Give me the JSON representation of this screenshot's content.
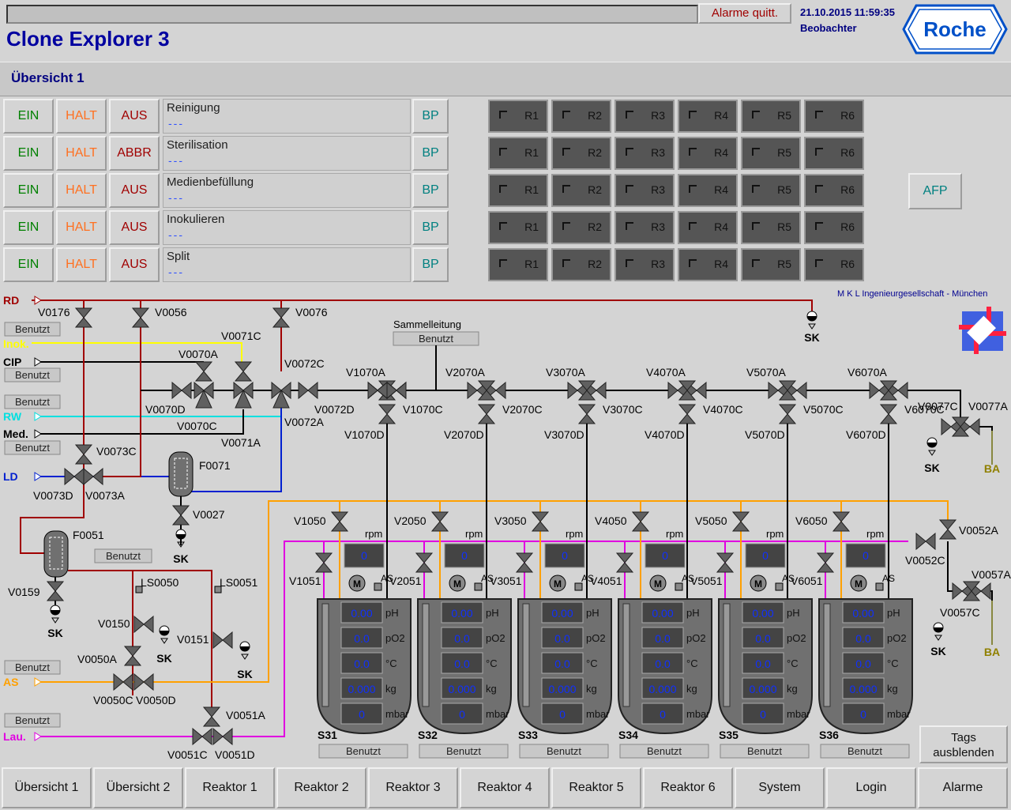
{
  "header": {
    "alarm_button": "Alarme quitt.",
    "datetime": "21.10.2015 11:59:35",
    "user_role": "Beobachter",
    "logo": "Roche",
    "app_title": "Clone Explorer 3",
    "page_title": "Übersicht 1"
  },
  "sequences": [
    {
      "start": "EIN",
      "pause": "HALT",
      "stop": "AUS",
      "name": "Reinigung",
      "state": "---",
      "bp": "BP"
    },
    {
      "start": "EIN",
      "pause": "HALT",
      "stop": "ABBR",
      "name": "Sterilisation",
      "state": "---",
      "bp": "BP"
    },
    {
      "start": "EIN",
      "pause": "HALT",
      "stop": "AUS",
      "name": "Medienbefüllung",
      "state": "---",
      "bp": "BP"
    },
    {
      "start": "EIN",
      "pause": "HALT",
      "stop": "AUS",
      "name": "Inokulieren",
      "state": "---",
      "bp": "BP"
    },
    {
      "start": "EIN",
      "pause": "HALT",
      "stop": "AUS",
      "name": "Split",
      "state": "---",
      "bp": "BP"
    }
  ],
  "reactor_grid": {
    "columns": [
      "R1",
      "R2",
      "R3",
      "R4",
      "R5",
      "R6"
    ],
    "rows": 5
  },
  "afp_button": "AFP",
  "company": "M K L  Ingenieurgesellschaft - München",
  "process": {
    "lines": [
      "RD",
      "Inok.",
      "CIP",
      "RW",
      "Med.",
      "LD",
      "AS",
      "Lau."
    ],
    "line_colors": {
      "RD": "#a00000",
      "Inok.": "#ffff00",
      "CIP": "#000000",
      "RW": "#00e0e0",
      "Med.": "#000000",
      "LD": "#0020d0",
      "AS": "#ffa000",
      "Lau.": "#e000e0"
    },
    "valves": [
      "V0176",
      "V0056",
      "V0076",
      "V0071C",
      "V0070A",
      "V0072C",
      "V0070D",
      "V0070C",
      "V0071A",
      "V0072A",
      "V0072D",
      "V0073C",
      "V0073D",
      "V0073A",
      "V0027",
      "V0159",
      "V0150",
      "V0151",
      "V0050A",
      "V0050C",
      "V0050D",
      "V0051A",
      "V0051C",
      "V0051D",
      "V0077C",
      "V0077A",
      "V0052A",
      "V0052C",
      "V0057A",
      "V0057C"
    ],
    "filters": [
      "F0071",
      "F0051"
    ],
    "sensors": [
      "LS0050",
      "LS0051"
    ],
    "sample": "SK",
    "drain": "BA",
    "collector": "Sammelleitung",
    "occupied": "Benutzt",
    "rpm_label": "rpm",
    "motor": "M",
    "as_label": "AS",
    "units": [
      "pH",
      "pO2",
      "°C",
      "kg",
      "mbar"
    ]
  },
  "reactors": [
    {
      "id": "S31",
      "va": "V1070A",
      "vc": "V1070C",
      "vd": "V1070D",
      "vfeed": "V1050",
      "vl": "V1051",
      "rpm": "0",
      "values": [
        "0.00",
        "0.0",
        "0.0",
        "0.000",
        "0"
      ],
      "status": "Benutzt"
    },
    {
      "id": "S32",
      "va": "V2070A",
      "vc": "V2070C",
      "vd": "V2070D",
      "vfeed": "V2050",
      "vl": "V2051",
      "rpm": "0",
      "values": [
        "0.00",
        "0.0",
        "0.0",
        "0.000",
        "0"
      ],
      "status": "Benutzt"
    },
    {
      "id": "S33",
      "va": "V3070A",
      "vc": "V3070C",
      "vd": "V3070D",
      "vfeed": "V3050",
      "vl": "V3051",
      "rpm": "0",
      "values": [
        "0.00",
        "0.0",
        "0.0",
        "0.000",
        "0"
      ],
      "status": "Benutzt"
    },
    {
      "id": "S34",
      "va": "V4070A",
      "vc": "V4070C",
      "vd": "V4070D",
      "vfeed": "V4050",
      "vl": "V4051",
      "rpm": "0",
      "values": [
        "0.00",
        "0.0",
        "0.0",
        "0.000",
        "0"
      ],
      "status": "Benutzt"
    },
    {
      "id": "S35",
      "va": "V5070A",
      "vc": "V5070C",
      "vd": "V5070D",
      "vfeed": "V5050",
      "vl": "V5051",
      "rpm": "0",
      "values": [
        "0.00",
        "0.0",
        "0.0",
        "0.000",
        "0"
      ],
      "status": "Benutzt"
    },
    {
      "id": "S36",
      "va": "V6070A",
      "vc": "V6070C",
      "vd": "V6070D",
      "vfeed": "V6050",
      "vl": "V6051",
      "rpm": "0",
      "values": [
        "0.00",
        "0.0",
        "0.0",
        "0.000",
        "0"
      ],
      "status": "Benutzt"
    }
  ],
  "tags_button": "Tags ausblenden",
  "nav": [
    "Übersicht 1",
    "Übersicht 2",
    "Reaktor 1",
    "Reaktor 2",
    "Reaktor 3",
    "Reaktor 4",
    "Reaktor 5",
    "Reaktor 6",
    "System",
    "Login",
    "Alarme"
  ]
}
